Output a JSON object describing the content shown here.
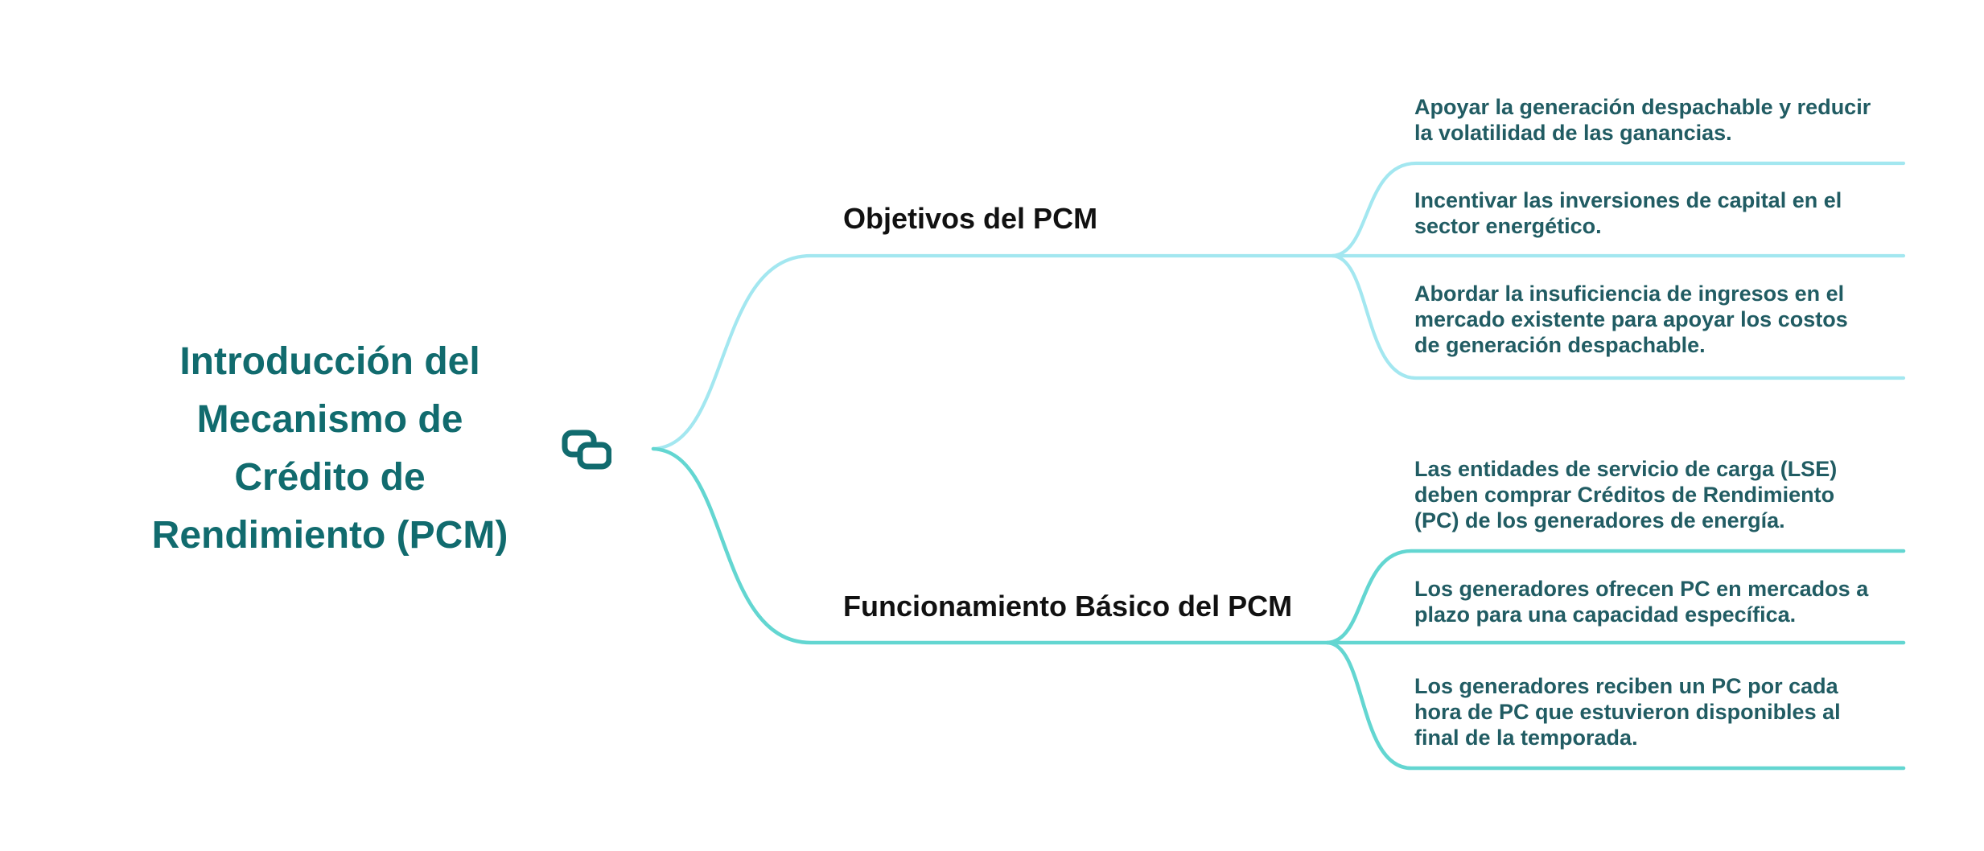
{
  "root": {
    "title": "Introducción del\nMecanismo de\nCrédito de\nRendimiento (PCM)",
    "icon": "link-icon"
  },
  "branches": [
    {
      "label": "Objetivos del PCM",
      "children": [
        "Apoyar la generación despachable y reducir\nla volatilidad de las ganancias.",
        "Incentivar las inversiones de capital en el\nsector energético.",
        "Abordar la insuficiencia de ingresos en el\nmercado existente para apoyar los costos\nde generación despachable."
      ]
    },
    {
      "label": "Funcionamiento Básico del PCM",
      "children": [
        "Las entidades de servicio de carga (LSE)\ndeben comprar Créditos de Rendimiento\n(PC) de los generadores de energía.",
        "Los generadores ofrecen PC en mercados a\nplazo para una capacidad específica.",
        "Los generadores reciben un PC por cada\nhora de PC que estuvieron disponibles al\nfinal de la temporada."
      ]
    }
  ],
  "colors": {
    "teal-dark": "#116b6e",
    "leaf-text": "#215c63",
    "heading-text": "#111111",
    "branch1-line": "#a3e7f0",
    "branch2-line": "#63d6d1",
    "bg": "#ffffff"
  }
}
